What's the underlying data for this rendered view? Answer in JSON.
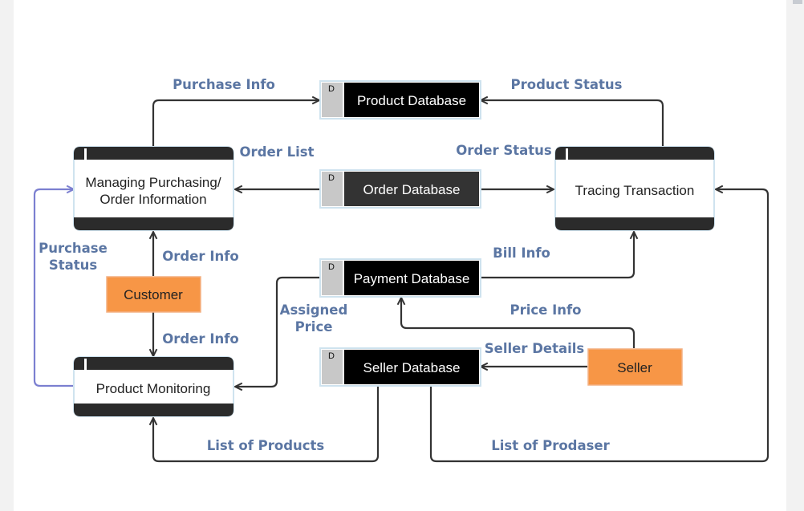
{
  "processes": {
    "managing": {
      "line1": "Managing Purchasing/",
      "line2": "Order Information"
    },
    "tracing": {
      "label": "Tracing Transaction"
    },
    "monitoring": {
      "label": "Product Monitoring"
    }
  },
  "data_stores": {
    "product": {
      "id": "D",
      "label": "Product Database"
    },
    "order": {
      "id": "D",
      "label": "Order Database"
    },
    "payment": {
      "id": "D",
      "label": "Payment Database"
    },
    "seller": {
      "id": "D",
      "label": "Seller Database"
    }
  },
  "entities": {
    "customer": {
      "label": "Customer"
    },
    "seller": {
      "label": "Seller"
    }
  },
  "flows": {
    "purchase_info": "Purchase Info",
    "product_status": "Product Status",
    "order_list": "Order List",
    "order_status": "Order Status",
    "purchase_status_1": "Purchase",
    "purchase_status_2": "Status",
    "order_info_up": "Order Info",
    "order_info_down": "Order Info",
    "bill_info": "Bill Info",
    "assigned_price_1": "Assigned",
    "assigned_price_2": "Price",
    "price_info": "Price Info",
    "seller_details": "Seller Details",
    "list_of_products": "List of Products",
    "list_of_prodaser": "List of Prodaser"
  },
  "colors": {
    "entity_fill": "#f79646",
    "entity_border": "#f4b183",
    "process_band": "#2b2b2b",
    "store_dark": "#000000",
    "store_gray": "#333333",
    "label_blue": "#5b76a3",
    "arrow": "#333333",
    "feedback": "#7b7fd0"
  }
}
